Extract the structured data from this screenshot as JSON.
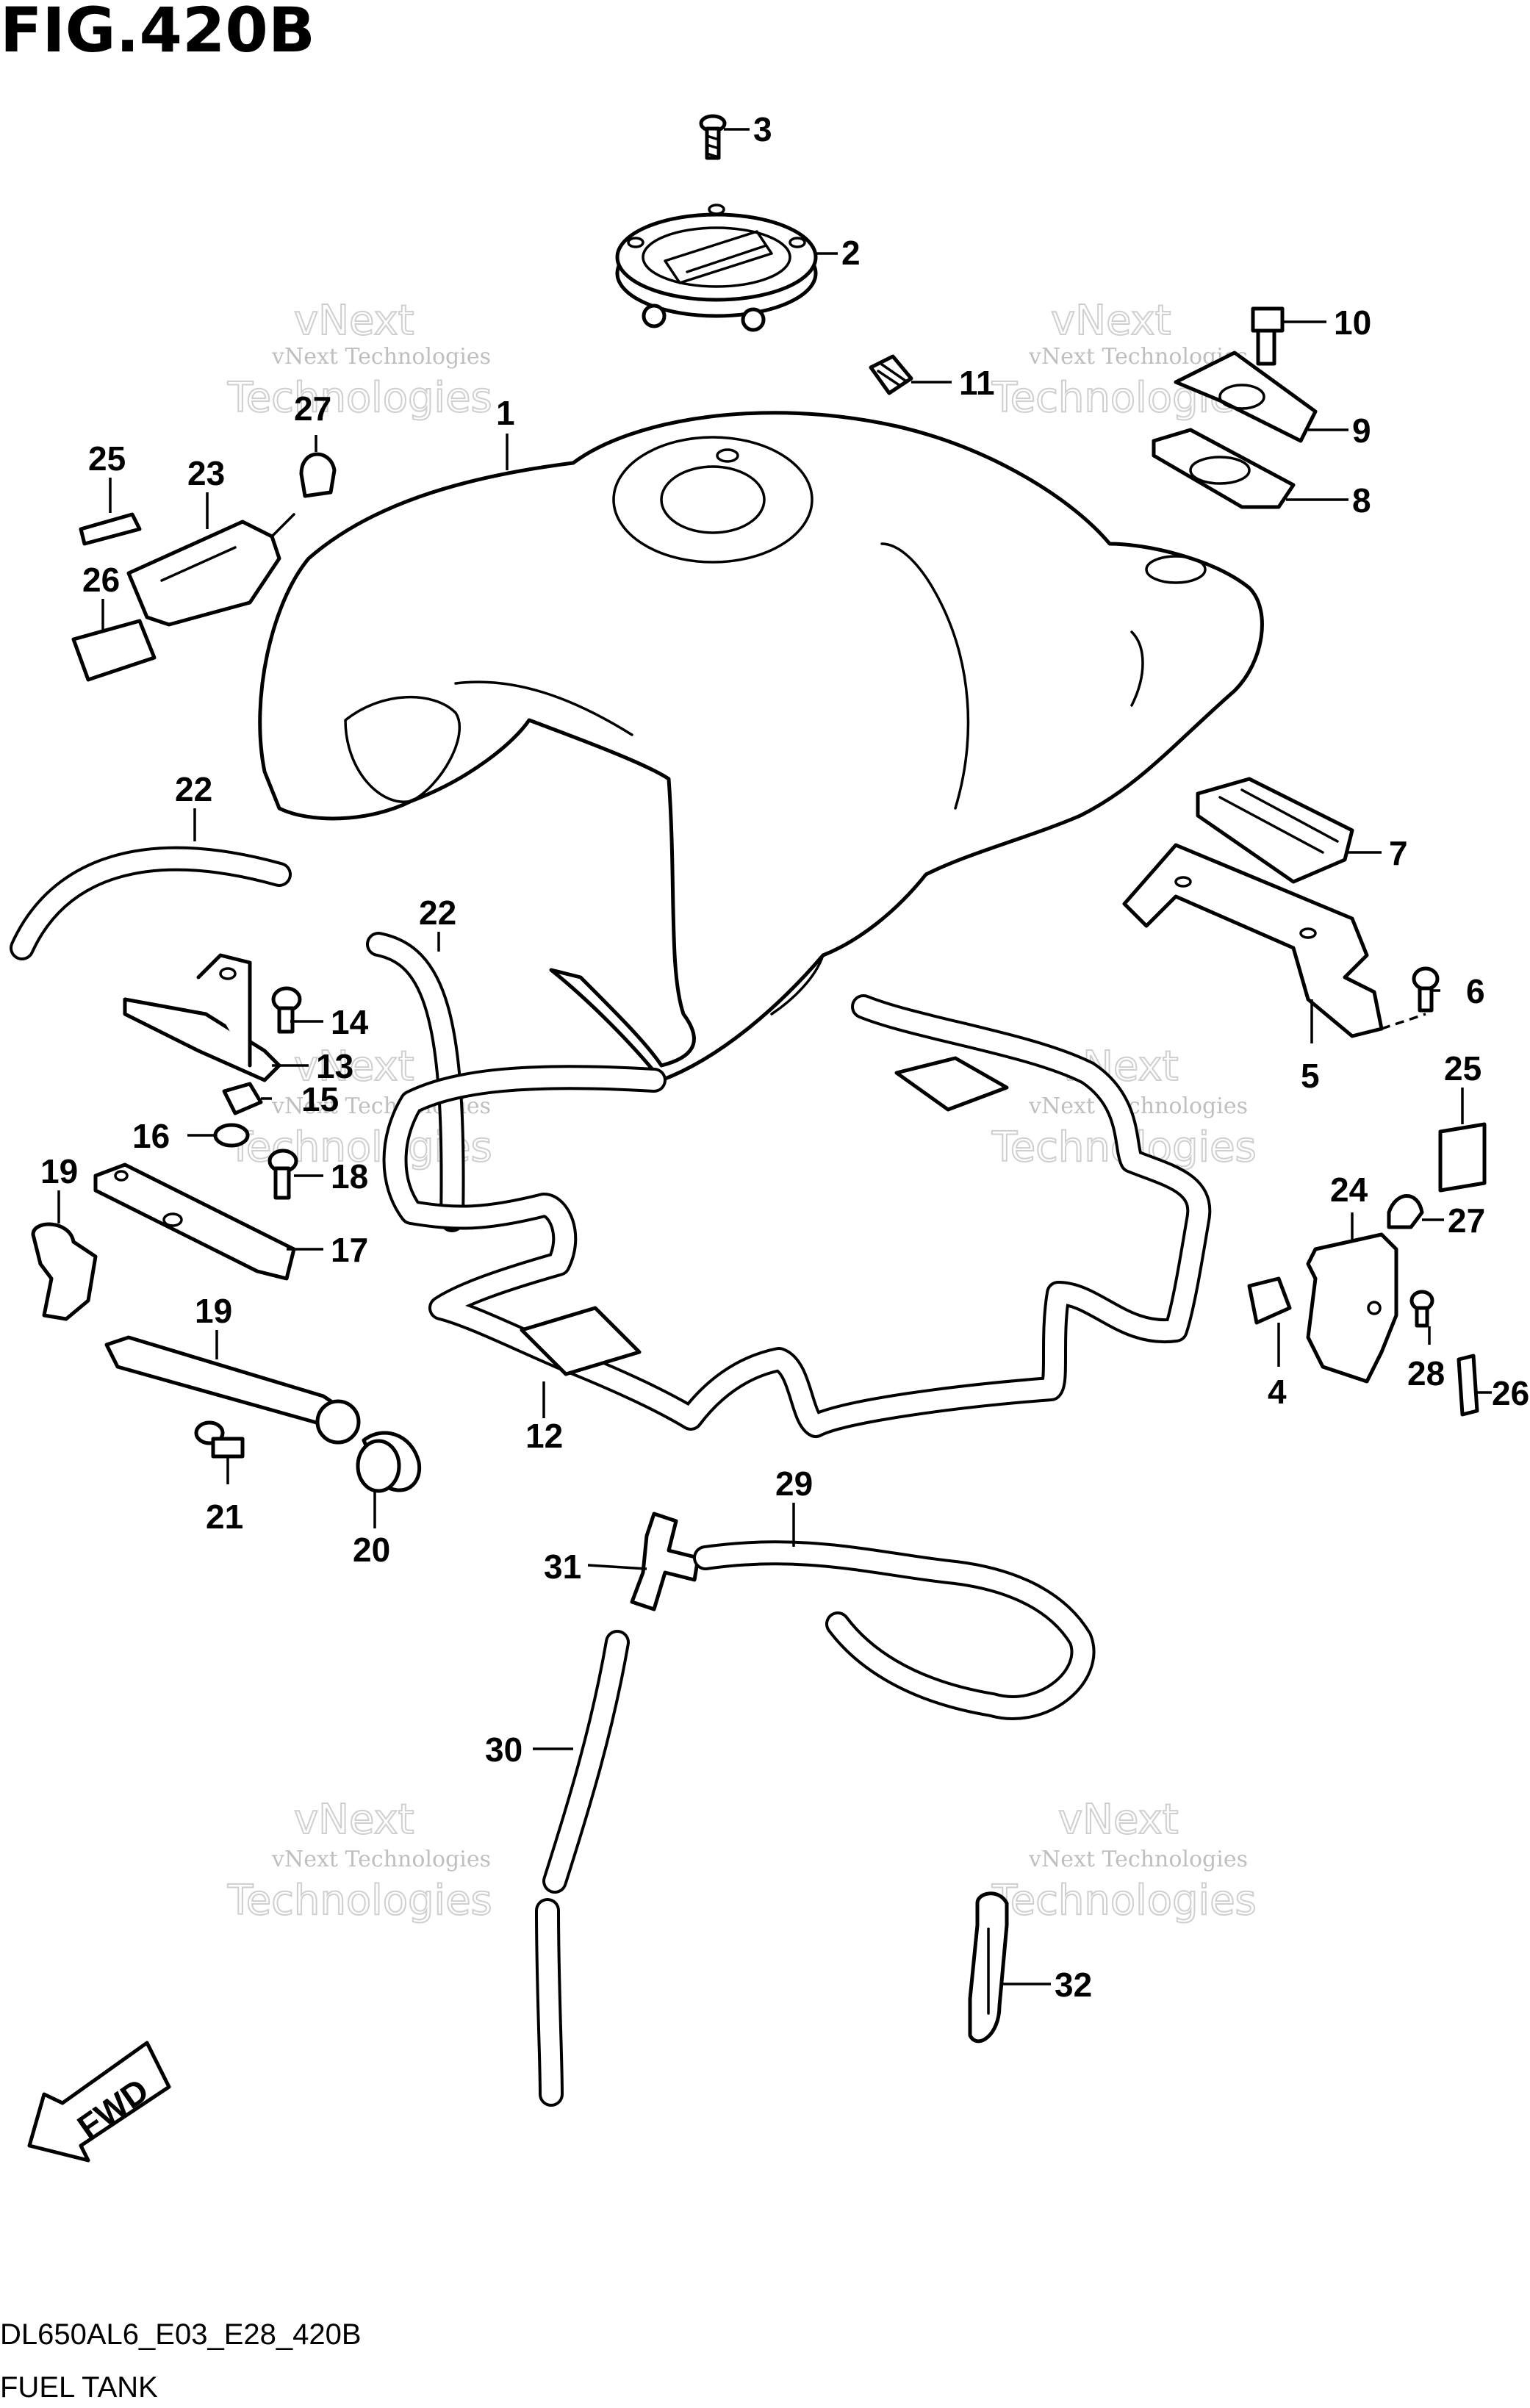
{
  "figure": {
    "title": "FIG.420B",
    "code": "DL650AL6_E03_E28_420B",
    "name": "FUEL TANK",
    "fwd_label": "FWD"
  },
  "watermark": {
    "line1": "vNext",
    "line2": "vNext Technologies",
    "line3": "Technologies"
  },
  "callouts": {
    "c1": "1",
    "c2": "2",
    "c3": "3",
    "c4": "4",
    "c5": "5",
    "c6": "6",
    "c7": "7",
    "c8": "8",
    "c9": "9",
    "c10": "10",
    "c11": "11",
    "c12": "12",
    "c13": "13",
    "c14": "14",
    "c15": "15",
    "c16": "16",
    "c17": "17",
    "c18": "18",
    "c19a": "19",
    "c19b": "19",
    "c20": "20",
    "c21": "21",
    "c22a": "22",
    "c22b": "22",
    "c23": "23",
    "c24": "24",
    "c25a": "25",
    "c25b": "25",
    "c26a": "26",
    "c26b": "26",
    "c27a": "27",
    "c27b": "27",
    "c28": "28",
    "c29": "29",
    "c30": "30",
    "c31": "31",
    "c32": "32"
  }
}
